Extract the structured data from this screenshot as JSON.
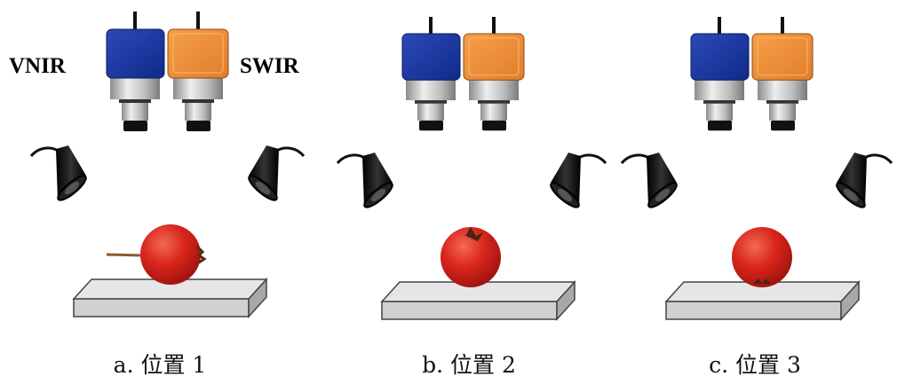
{
  "camera_labels": {
    "left": "VNIR",
    "right": "SWIR"
  },
  "panels": [
    {
      "caption": "a. 位置 1"
    },
    {
      "caption": "b. 位置 2"
    },
    {
      "caption": "c. 位置 3"
    }
  ],
  "colors": {
    "vnir": "#1a3399",
    "swir": "#ee8a35",
    "apple": "#d8261e",
    "platform": "#d9d9d9"
  }
}
